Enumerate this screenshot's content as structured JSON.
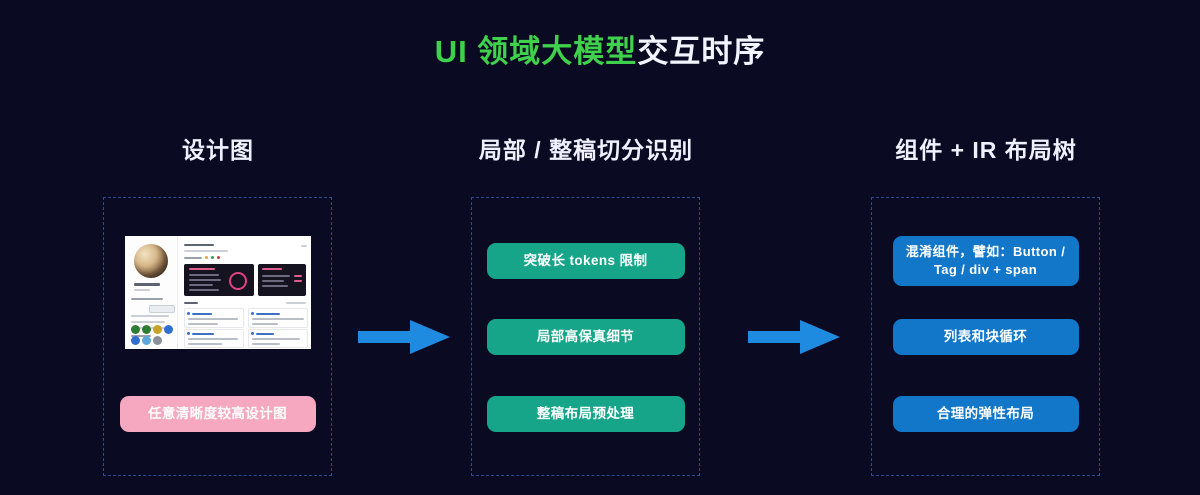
{
  "title": {
    "accent_text": "UI 领域大模型",
    "plain_text": "交互时序",
    "accent_color": "#3fd14b",
    "plain_color": "#f2f4ff"
  },
  "colors": {
    "background": "#0a0a22",
    "dashed_border": "#2d4c8f",
    "arrow": "#1e8ae0",
    "teal_pill": "#17a589",
    "blue_pill": "#1277c8",
    "pink_pill": "#f6a8c0"
  },
  "columns": [
    {
      "id": "design-image",
      "header": "设计图",
      "items": [
        {
          "label": "任意清晰度较高设计图",
          "style": "pink"
        }
      ]
    },
    {
      "id": "segmentation-recognition",
      "header": "局部 / 整稿切分识别",
      "items": [
        {
          "label": "突破长 tokens 限制",
          "style": "teal"
        },
        {
          "label": "局部高保真细节",
          "style": "teal"
        },
        {
          "label": "整稿布局预处理",
          "style": "teal"
        }
      ]
    },
    {
      "id": "component-ir-tree",
      "header": "组件 + IR 布局树",
      "items": [
        {
          "label": "混淆组件，譬如：Button / Tag / div + span",
          "style": "blue"
        },
        {
          "label": "列表和块循环",
          "style": "blue"
        },
        {
          "label": "合理的弹性布局",
          "style": "blue"
        }
      ]
    }
  ],
  "arrows": [
    {
      "id": "arrow-design-to-segmentation",
      "direction": "right"
    },
    {
      "id": "arrow-segmentation-to-component",
      "direction": "right"
    }
  ]
}
